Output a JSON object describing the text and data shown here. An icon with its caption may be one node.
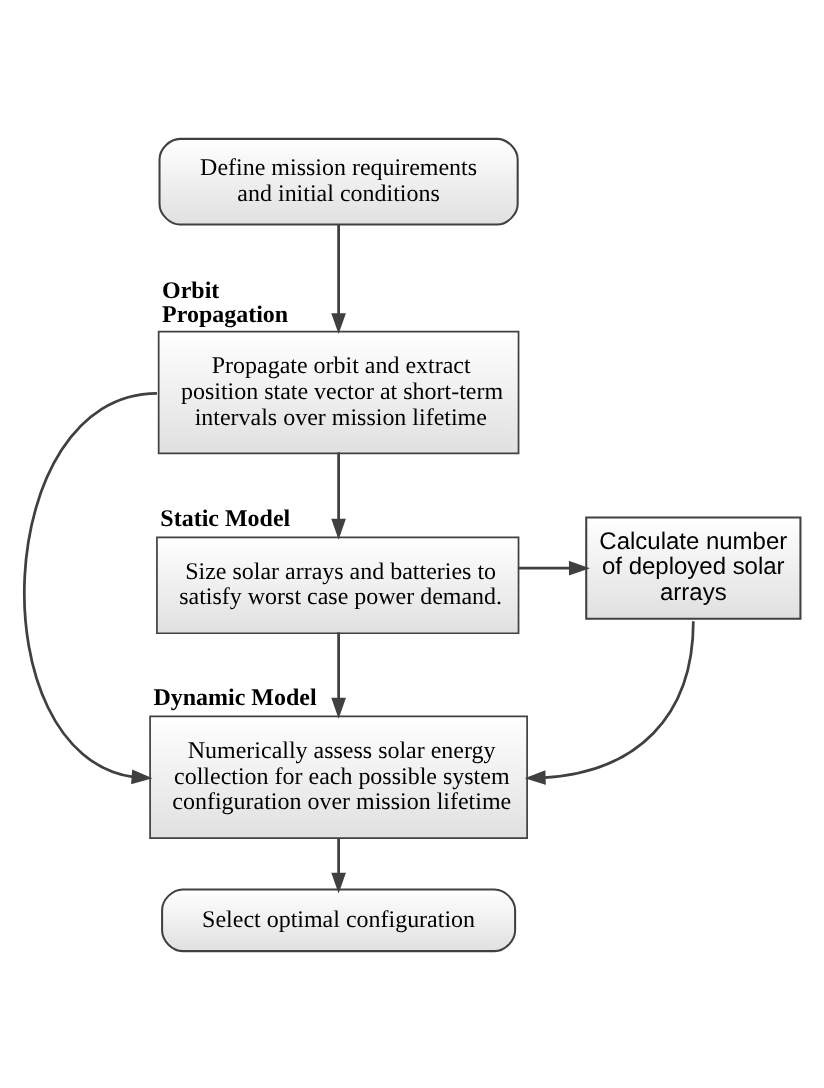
{
  "diagram": {
    "nodes": [
      {
        "text": [
          "Define mission requirements and initial conditions"
        ]
      },
      {
        "text": [
          "Orbit Propagation",
          "Propagate orbit and extract position state vector at short-term intervals over mission lifetime"
        ]
      },
      {
        "text": [
          "Static Model",
          "Size solar arrays and batteries to satisfy worst case power demand."
        ]
      },
      {
        "text": [
          "Calculate number of deployed solar arrays"
        ]
      },
      {
        "text": [
          "Dynamic Model",
          "Numerically assess solar energy collection for each possible system configuration over mission lifetime"
        ]
      },
      {
        "text": [
          "Select optimal configuration"
        ]
      }
    ],
    "edges": [
      {
        "from": 0,
        "to": 1,
        "arrow": "to"
      },
      {
        "from": 1,
        "to": 4,
        "arrow": "to"
      },
      {
        "from": 1,
        "to": 2,
        "arrow": "to"
      },
      {
        "from": 2,
        "to": 3,
        "arrow": "to"
      },
      {
        "from": 2,
        "to": 4,
        "arrow": "to"
      },
      {
        "from": 3,
        "to": 4,
        "arrow": "to"
      },
      {
        "from": 4,
        "to": 5,
        "arrow": "to"
      }
    ]
  }
}
